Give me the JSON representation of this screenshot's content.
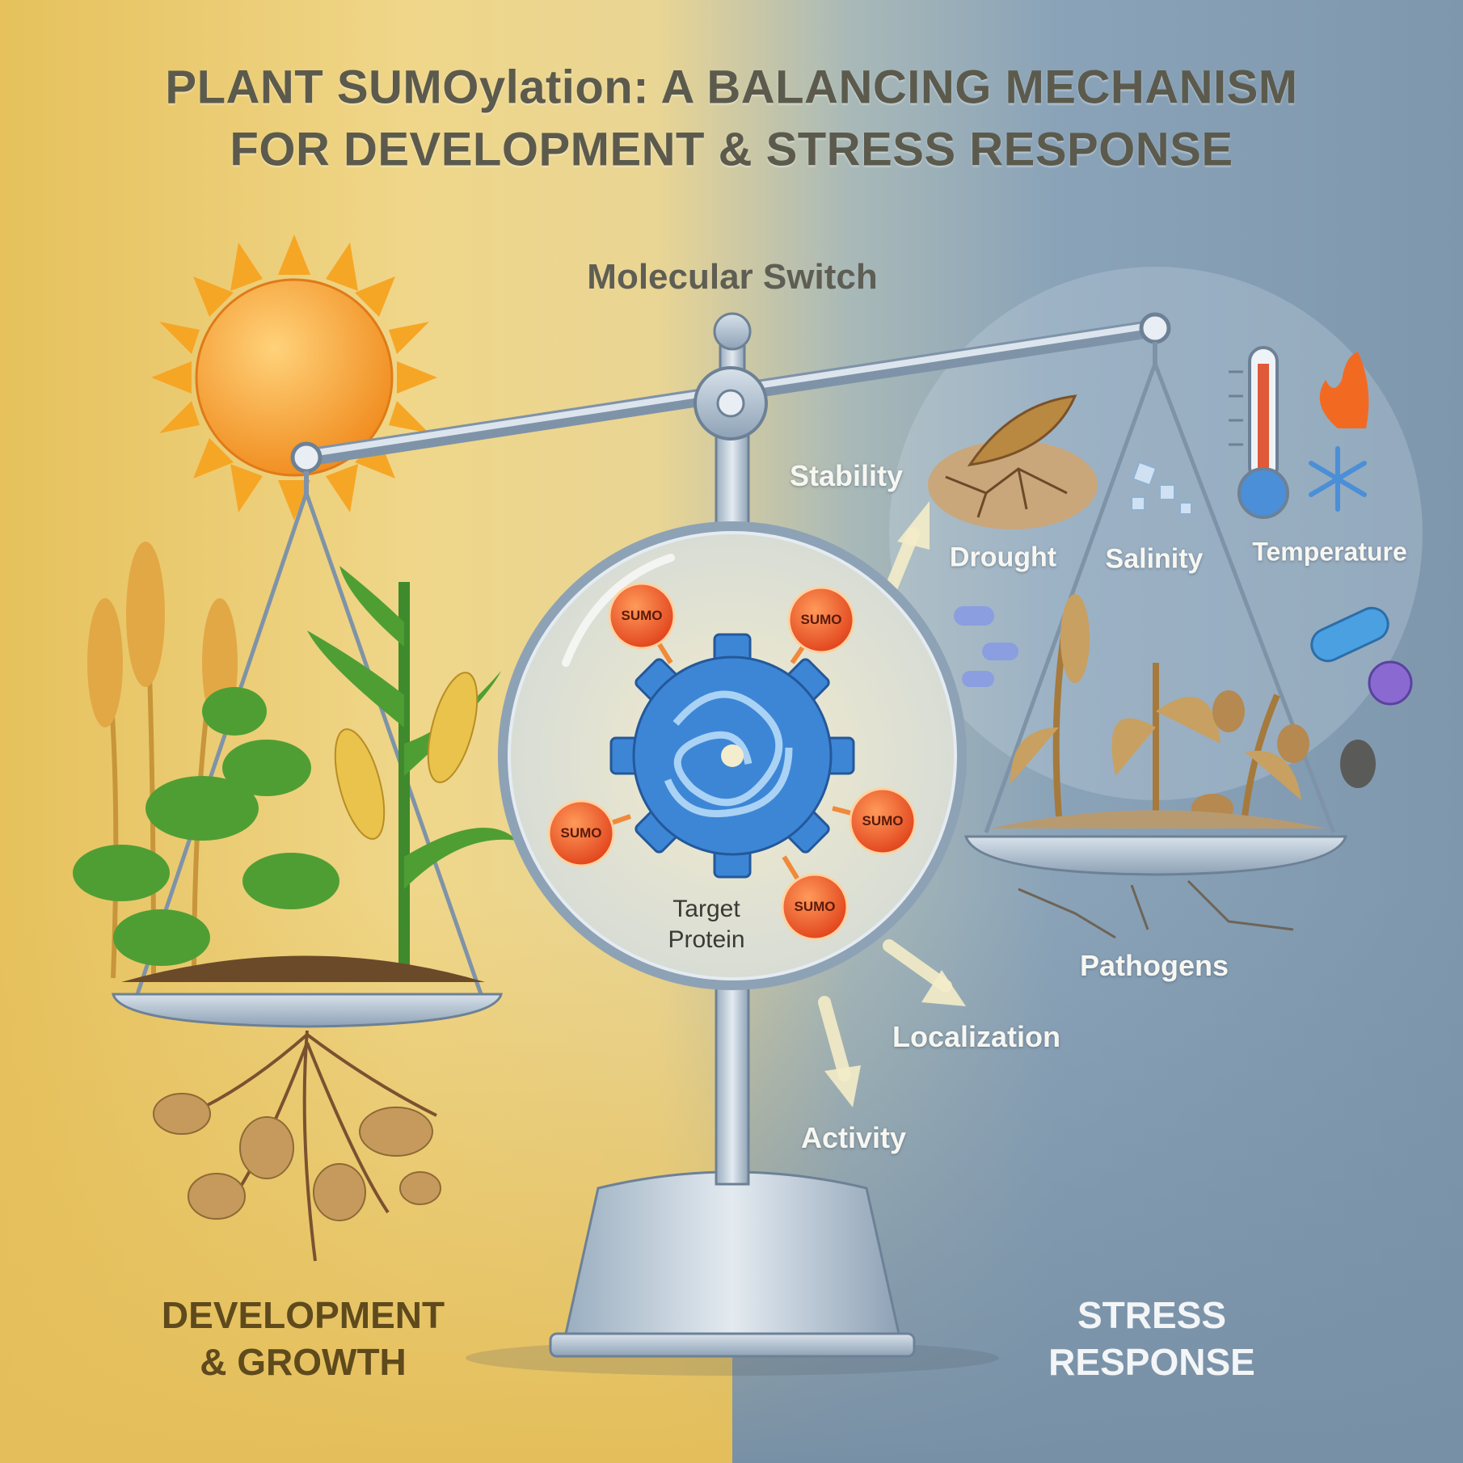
{
  "title": {
    "line1": "PLANT SUMOylation: A BALANCING MECHANISM",
    "line2": "FOR DEVELOPMENT & STRESS RESPONSE"
  },
  "center": {
    "switch_label": "Molecular Switch",
    "protein_label_1": "Target",
    "protein_label_2": "Protein",
    "sumo_label": "SUMO"
  },
  "effects": {
    "stability": "Stability",
    "localization": "Localization",
    "activity": "Activity"
  },
  "stresses": {
    "drought": "Drought",
    "salinity": "Salinity",
    "temperature": "Temperature",
    "pathogens": "Pathogens"
  },
  "sides": {
    "left_line1": "DEVELOPMENT",
    "left_line2": "& GROWTH",
    "right_line1": "STRESS",
    "right_line2": "RESPONSE"
  },
  "colors": {
    "development": "#e6c15c",
    "stress": "#7e97ad",
    "sumo": "#f05a28",
    "protein": "#3d86d6"
  }
}
